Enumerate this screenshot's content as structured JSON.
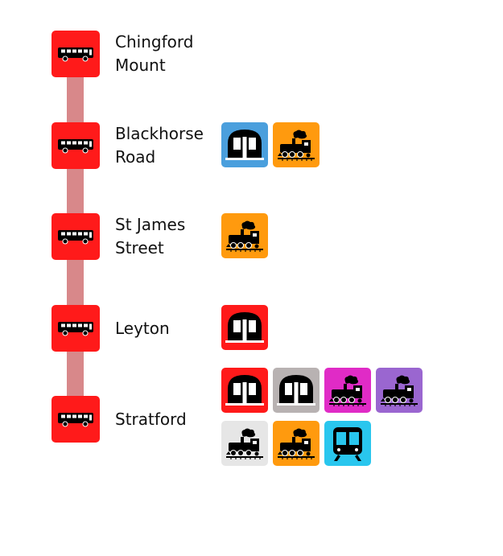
{
  "colors": {
    "bus_red": "#ff1a1a",
    "route_line": "#d8888a",
    "underground_blue": "#4a9fdd",
    "underground_red": "#ff1a1a",
    "underground_grey": "#b8b2b2",
    "rail_orange": "#ff9a0e",
    "rail_magenta": "#e02bc6",
    "rail_purple": "#9a66d0",
    "rail_white": "#e6e6e6",
    "dlr_cyan": "#29c6ee"
  },
  "stops": [
    {
      "name_lines": [
        "Chingford",
        "Mount"
      ],
      "icon": "bus-icon",
      "connections": []
    },
    {
      "name_lines": [
        "Blackhorse",
        "Road"
      ],
      "icon": "bus-icon",
      "connections": [
        {
          "icon": "underground-icon",
          "color": "#4a9fdd"
        },
        {
          "icon": "steam-train-icon",
          "color": "#ff9a0e"
        }
      ]
    },
    {
      "name_lines": [
        "St James",
        "Street"
      ],
      "icon": "bus-icon",
      "connections": [
        {
          "icon": "steam-train-icon",
          "color": "#ff9a0e"
        }
      ]
    },
    {
      "name_lines": [
        "Leyton"
      ],
      "icon": "bus-icon",
      "connections": [
        {
          "icon": "underground-icon",
          "color": "#ff1a1a"
        }
      ]
    },
    {
      "name_lines": [
        "Stratford"
      ],
      "icon": "bus-icon",
      "connections": [
        {
          "icon": "underground-icon",
          "color": "#ff1a1a"
        },
        {
          "icon": "underground-icon",
          "color": "#b8b2b2"
        },
        {
          "icon": "steam-train-icon",
          "color": "#e02bc6"
        },
        {
          "icon": "steam-train-icon",
          "color": "#9a66d0"
        },
        {
          "icon": "steam-train-icon",
          "color": "#e6e6e6"
        },
        {
          "icon": "steam-train-icon",
          "color": "#ff9a0e"
        },
        {
          "icon": "light-rail-icon",
          "color": "#29c6ee"
        }
      ]
    }
  ]
}
